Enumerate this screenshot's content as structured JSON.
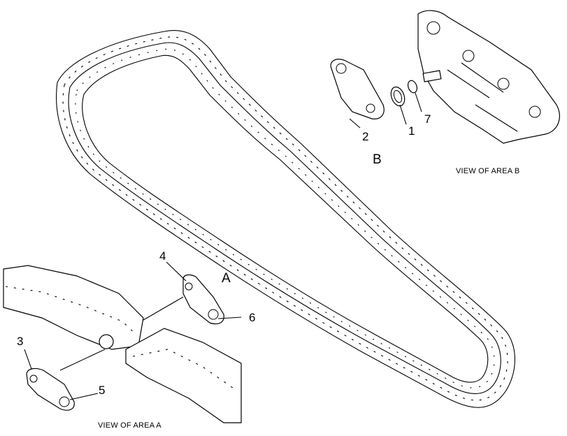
{
  "diagram": {
    "callouts": {
      "c1": "1",
      "c2": "2",
      "c3": "3",
      "c4": "4",
      "c5": "5",
      "c6": "6",
      "c7": "7"
    },
    "area_labels": {
      "a": "A",
      "b": "B"
    },
    "captions": {
      "area_a": "VIEW OF AREA A",
      "area_b": "VIEW OF AREA B"
    }
  }
}
